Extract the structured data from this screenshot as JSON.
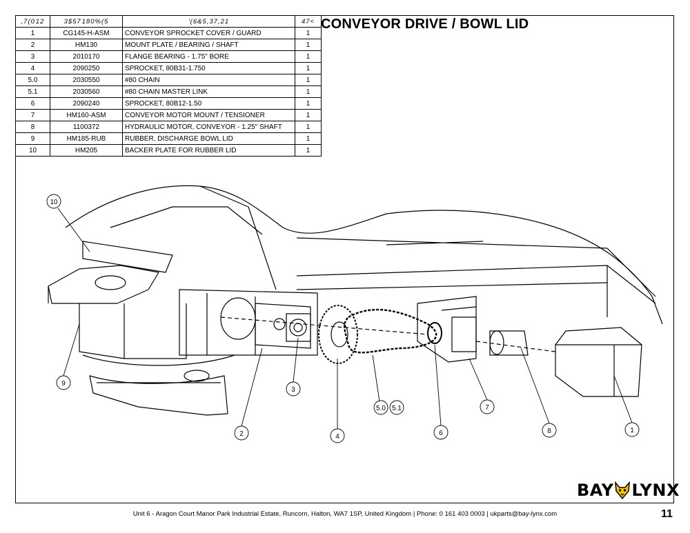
{
  "title": "CONVEYOR DRIVE / BOWL LID",
  "table": {
    "headers": {
      "item": ",7(0\u000112",
      "part": "3$57\u0001180%(5",
      "description": "'(6&5,37,21",
      "qty": "47<"
    },
    "rows": [
      {
        "item": "1",
        "part": "CG145-H-ASM",
        "description": "CONVEYOR SPROCKET COVER / GUARD",
        "qty": "1"
      },
      {
        "item": "2",
        "part": "HM130",
        "description": "MOUNT PLATE / BEARING / SHAFT",
        "qty": "1"
      },
      {
        "item": "3",
        "part": "2010170",
        "description": "FLANGE BEARING - 1.75\" BORE",
        "qty": "1"
      },
      {
        "item": "4",
        "part": "2090250",
        "description": "SPROCKET, 80B31-1.750",
        "qty": "1"
      },
      {
        "item": "5.0",
        "part": "2030550",
        "description": "#80 CHAIN",
        "qty": "1"
      },
      {
        "item": "5.1",
        "part": "2030560",
        "description": "#80 CHAIN MASTER LINK",
        "qty": "1"
      },
      {
        "item": "6",
        "part": "2090240",
        "description": "SPROCKET, 80B12-1.50",
        "qty": "1"
      },
      {
        "item": "7",
        "part": "HM160-ASM",
        "description": "CONVEYOR MOTOR MOUNT / TENSIONER",
        "qty": "1"
      },
      {
        "item": "8",
        "part": "1100372",
        "description": "HYDRAULIC MOTOR, CONVEYOR - 1.25\" SHAFT",
        "qty": "1"
      },
      {
        "item": "9",
        "part": "HM185-RUB",
        "description": "RUBBER, DISCHARGE BOWL LID",
        "qty": "1"
      },
      {
        "item": "10",
        "part": "HM205",
        "description": "BACKER PLATE FOR RUBBER LID",
        "qty": "1"
      }
    ]
  },
  "callouts": {
    "c10": "10",
    "c9": "9",
    "c3": "3",
    "c2": "2",
    "c4": "4",
    "c50": "5.0",
    "c51": "5.1",
    "c6": "6",
    "c7": "7",
    "c8": "8",
    "c1": "1"
  },
  "logo": {
    "left": "BAY",
    "right": "LYNX",
    "accent_color": "#f2c200"
  },
  "footer": "Unit 6 - Aragon Court Manor Park Industrial Estate, Runcorn, Halton, WA7 1SP, United Kingdom  |  Phone: 0 161 403 0003  |  ukparts@bay-lynx.com",
  "page_number": "11"
}
